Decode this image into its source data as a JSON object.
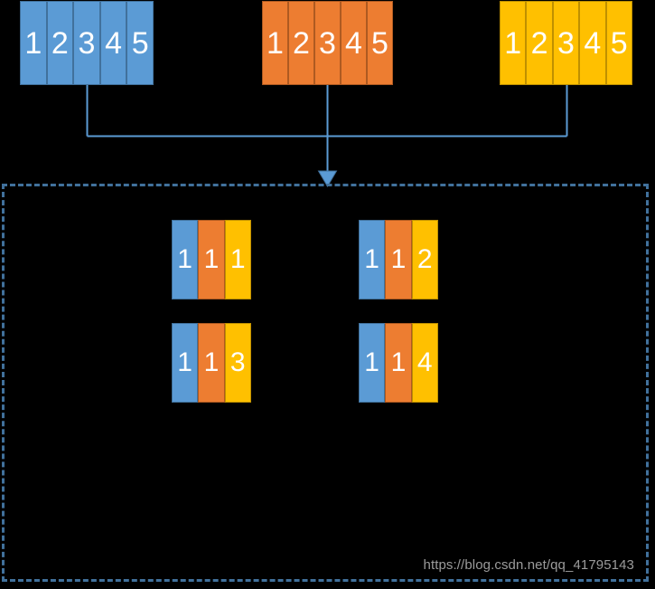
{
  "colors": {
    "background": "#000000",
    "blue": "#5b9bd5",
    "blue_border": "#41719c",
    "orange": "#ed7d31",
    "orange_border": "#ae5a21",
    "yellow": "#ffc000",
    "yellow_border": "#bf9000",
    "connector": "#5b9bd5",
    "dashed_border": "#41719c",
    "watermark_text": "#9b9b9b"
  },
  "source_arrays": [
    {
      "name": "blue-array",
      "color": "blue",
      "cells": [
        "1",
        "2",
        "3",
        "4",
        "5"
      ]
    },
    {
      "name": "orange-array",
      "color": "orange",
      "cells": [
        "1",
        "2",
        "3",
        "4",
        "5"
      ]
    },
    {
      "name": "yellow-array",
      "color": "yellow",
      "cells": [
        "1",
        "2",
        "3",
        "4",
        "5"
      ]
    }
  ],
  "connector": {
    "icon": "down-arrow-icon",
    "description": "bracket joining three arrays into one downward arrow"
  },
  "result_region": {
    "name": "result-set",
    "tuples": [
      {
        "name": "tuple-1-1-1",
        "cells": [
          "1",
          "1",
          "1"
        ]
      },
      {
        "name": "tuple-1-1-2",
        "cells": [
          "1",
          "1",
          "2"
        ]
      },
      {
        "name": "tuple-1-1-3",
        "cells": [
          "1",
          "1",
          "3"
        ]
      },
      {
        "name": "tuple-1-1-4",
        "cells": [
          "1",
          "1",
          "4"
        ]
      }
    ]
  },
  "watermark": {
    "text": "https://blog.csdn.net/qq_41795143"
  }
}
